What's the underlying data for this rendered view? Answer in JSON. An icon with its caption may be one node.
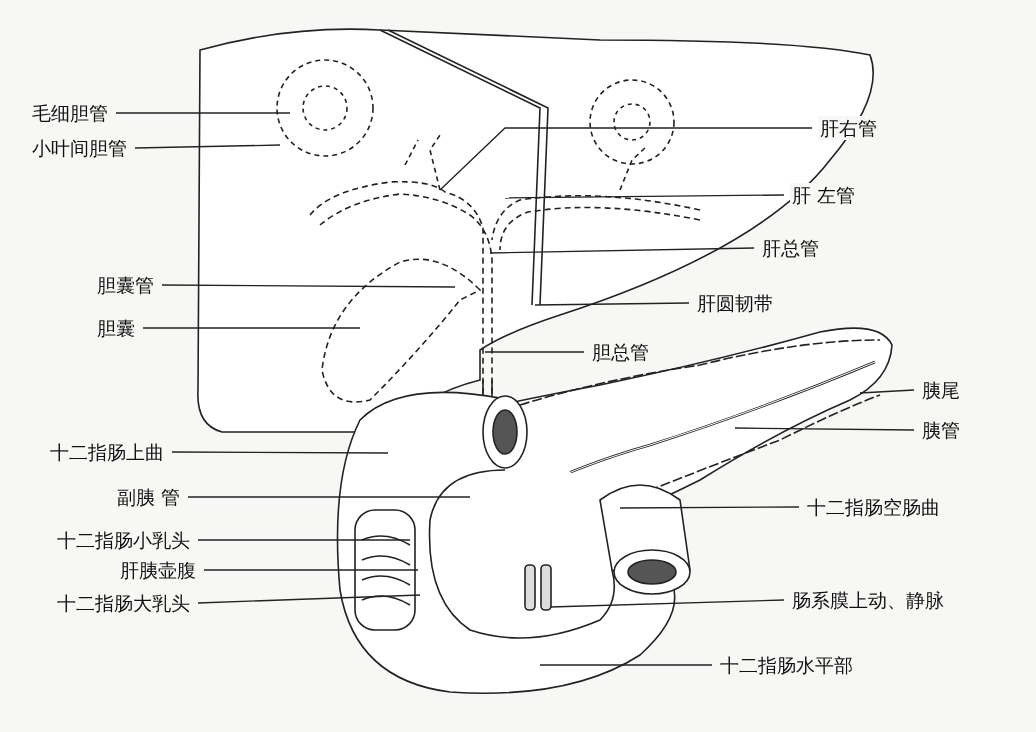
{
  "diagram": {
    "nodes": [
      {
        "text": [
          "毛细胆管"
        ]
      },
      {
        "text": [
          "小叶间胆管"
        ]
      },
      {
        "text": [
          "肝右管"
        ]
      },
      {
        "text": [
          "肝 左管"
        ]
      },
      {
        "text": [
          "肝总管"
        ]
      },
      {
        "text": [
          "胆囊管"
        ]
      },
      {
        "text": [
          "胆囊"
        ]
      },
      {
        "text": [
          "肝圆韧带"
        ]
      },
      {
        "text": [
          "胆总管"
        ]
      },
      {
        "text": [
          "胰尾"
        ]
      },
      {
        "text": [
          "胰管"
        ]
      },
      {
        "text": [
          "十二指肠上曲"
        ]
      },
      {
        "text": [
          "副胰 管"
        ]
      },
      {
        "text": [
          "十二指肠空肠曲"
        ]
      },
      {
        "text": [
          "十二指肠小乳头"
        ]
      },
      {
        "text": [
          "肝胰壶腹"
        ]
      },
      {
        "text": [
          "十二指肠大乳头"
        ]
      },
      {
        "text": [
          "肠系膜上动、静脉"
        ]
      },
      {
        "text": [
          "十二指肠水平部"
        ]
      }
    ],
    "edges": [
      {
        "from": 0,
        "to": null,
        "arrow": "none"
      },
      {
        "from": 1,
        "to": null,
        "arrow": "none"
      },
      {
        "from": 2,
        "to": null,
        "arrow": "none"
      },
      {
        "from": 3,
        "to": null,
        "arrow": "none"
      },
      {
        "from": 4,
        "to": null,
        "arrow": "none"
      },
      {
        "from": 5,
        "to": null,
        "arrow": "none"
      },
      {
        "from": 6,
        "to": null,
        "arrow": "none"
      },
      {
        "from": 7,
        "to": null,
        "arrow": "none"
      },
      {
        "from": 8,
        "to": null,
        "arrow": "none"
      },
      {
        "from": 9,
        "to": null,
        "arrow": "none"
      },
      {
        "from": 10,
        "to": null,
        "arrow": "none"
      },
      {
        "from": 11,
        "to": null,
        "arrow": "none"
      },
      {
        "from": 12,
        "to": null,
        "arrow": "none"
      },
      {
        "from": 13,
        "to": null,
        "arrow": "none"
      },
      {
        "from": 14,
        "to": null,
        "arrow": "none"
      },
      {
        "from": 15,
        "to": null,
        "arrow": "none"
      },
      {
        "from": 16,
        "to": null,
        "arrow": "none"
      },
      {
        "from": 17,
        "to": null,
        "arrow": "none"
      },
      {
        "from": 18,
        "to": null,
        "arrow": "none"
      }
    ]
  }
}
